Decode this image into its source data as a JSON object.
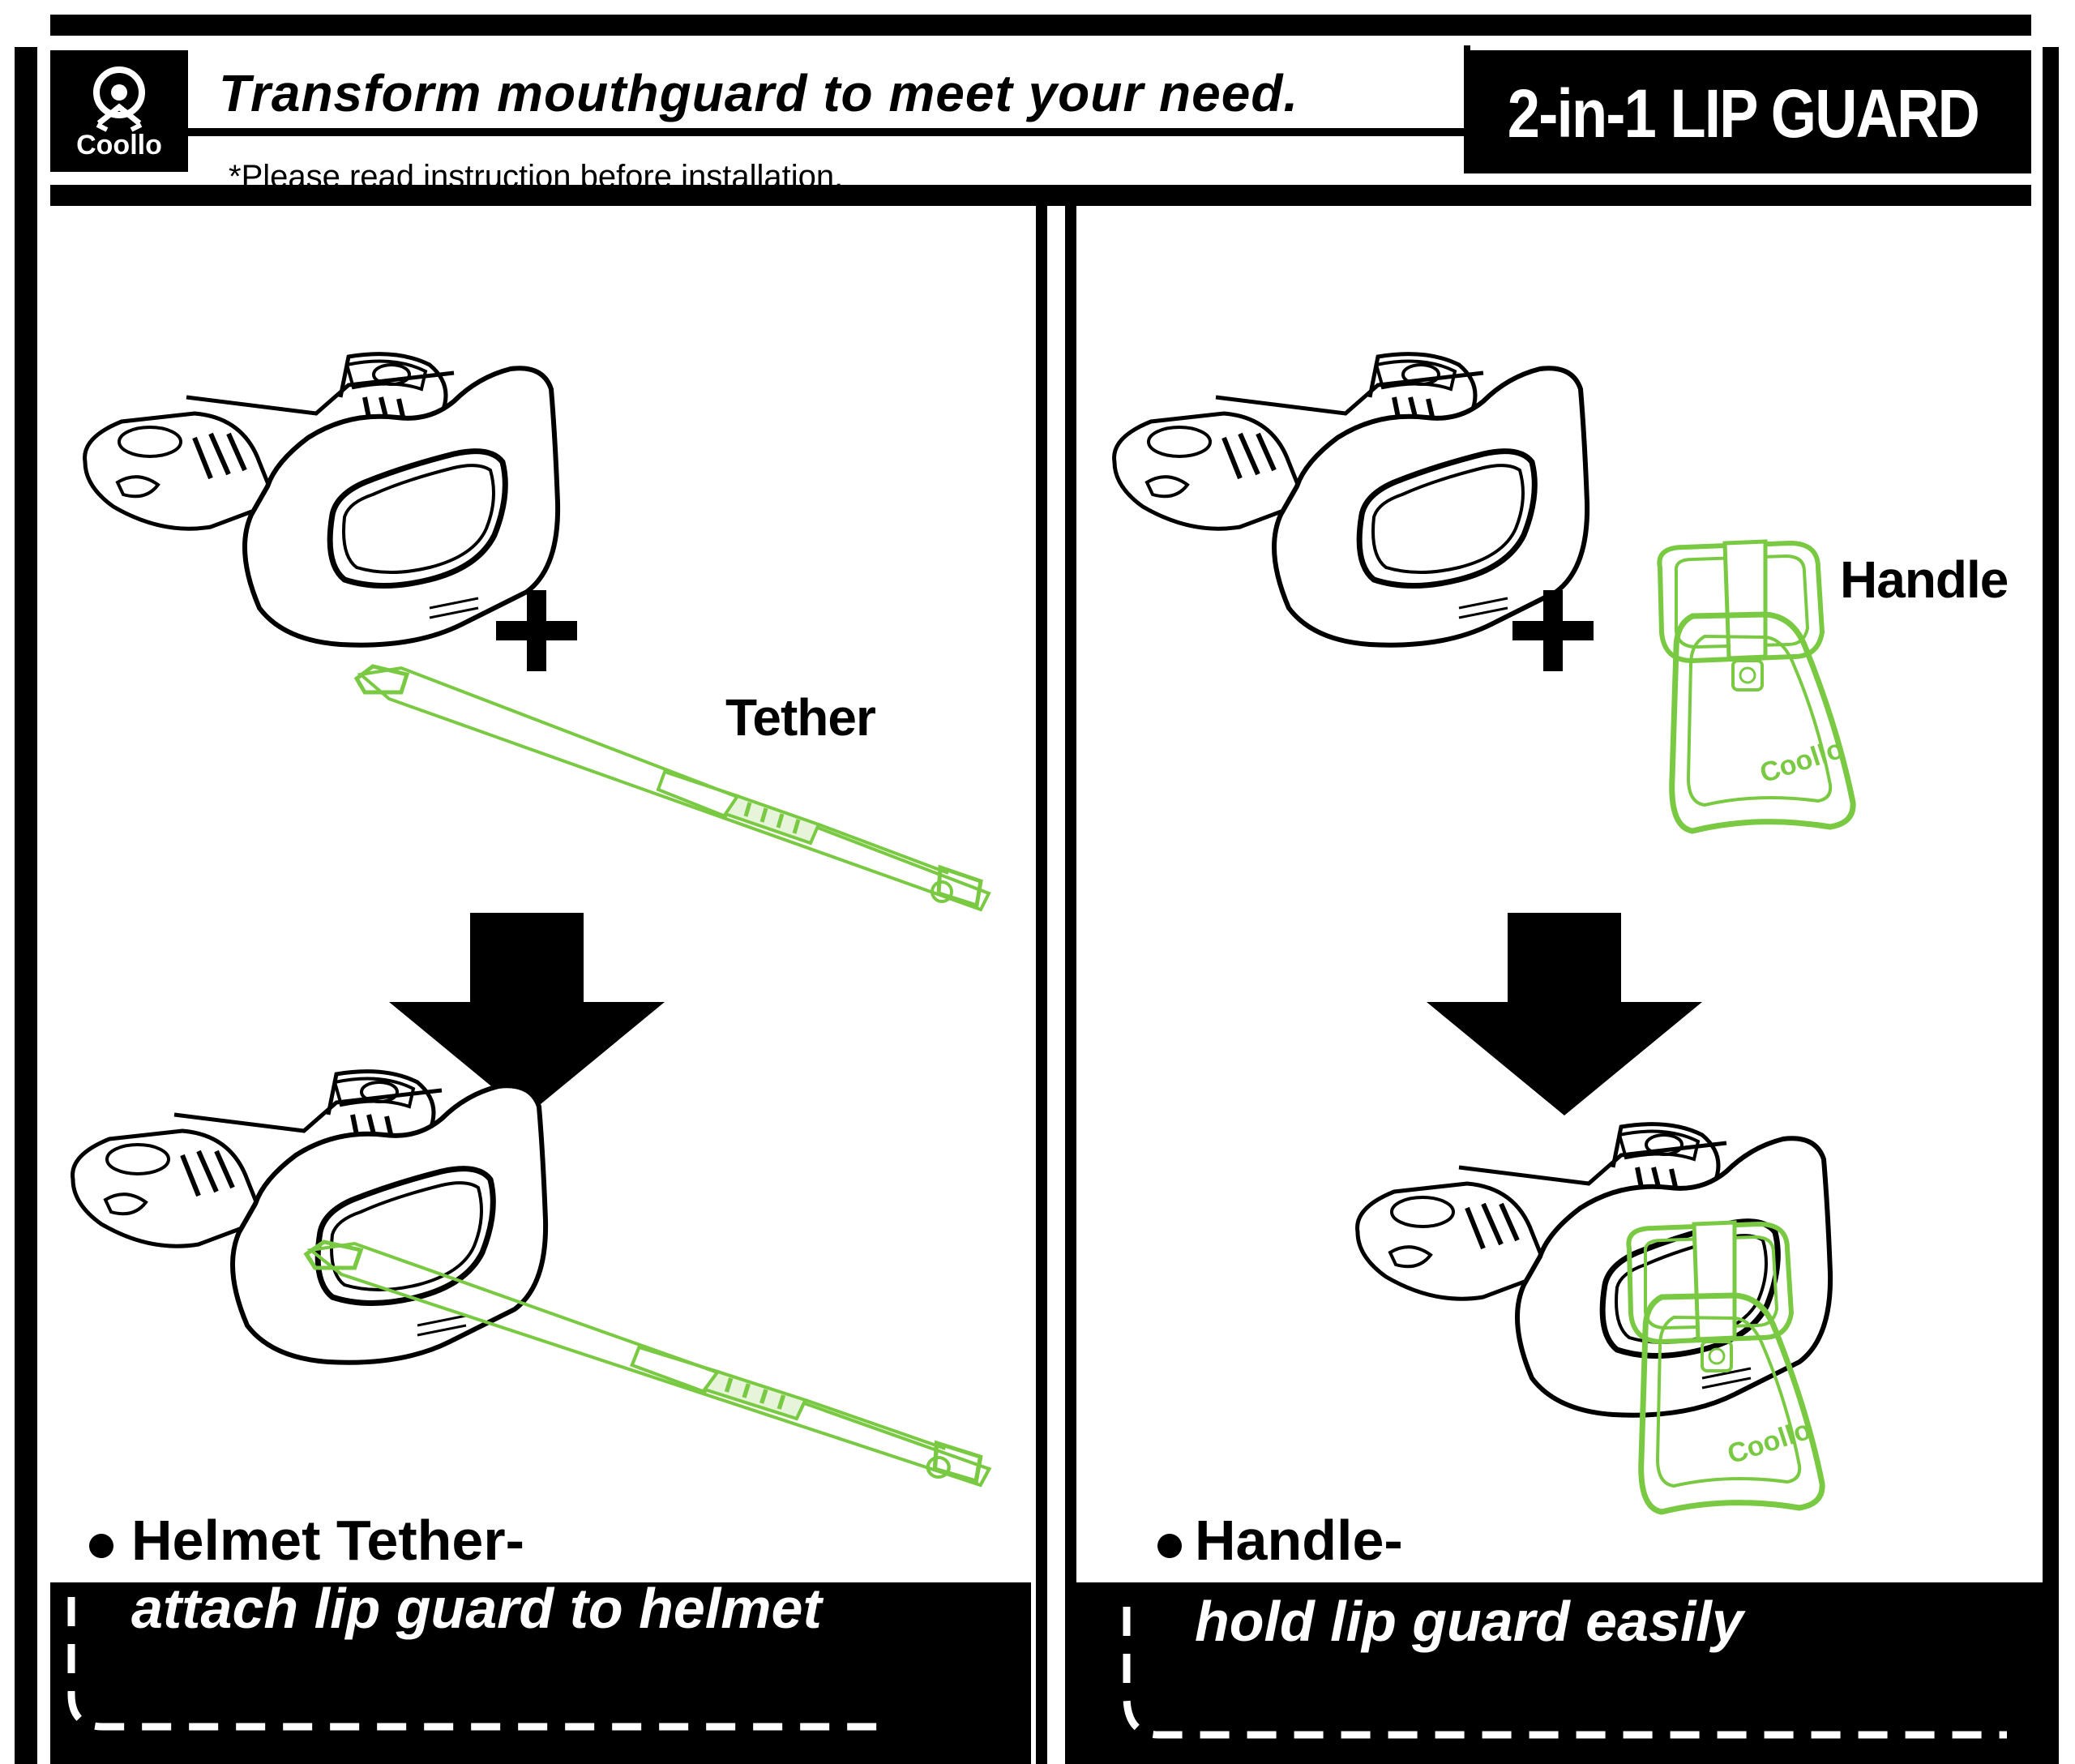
{
  "brand": {
    "name": "Coollo"
  },
  "header": {
    "title": "Transform mouthguard to meet your need.",
    "note": "*Please read instruction before installation.",
    "product": "2-in-1 LIP GUARD"
  },
  "left_panel": {
    "accessory_label": "Tether",
    "caption_title": "Helmet Tether-",
    "caption_sub": "attach lip guard to helmet"
  },
  "right_panel": {
    "accessory_label": "Handle",
    "caption_title": "Handle-",
    "caption_sub": "hold lip guard easily",
    "handle_logo": "Coollo"
  },
  "colors": {
    "accent": "#7ac943",
    "ink": "#000000",
    "paper": "#ffffff"
  },
  "icons": [
    "coollo-logo-icon",
    "plus-icon",
    "down-arrow-icon",
    "mouthguard-icon",
    "tether-icon",
    "handle-icon"
  ]
}
